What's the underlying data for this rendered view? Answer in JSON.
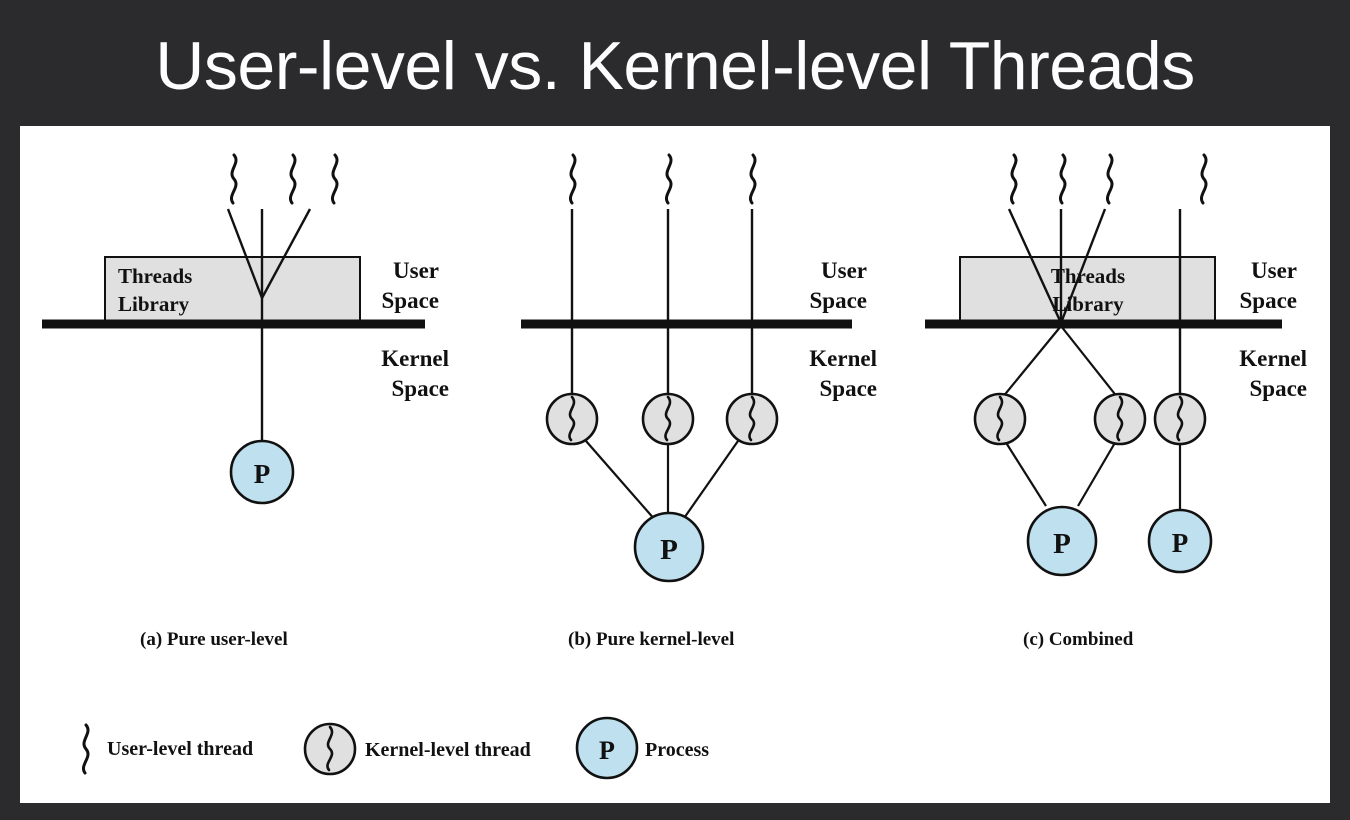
{
  "slide": {
    "title": "User-level vs. Kernel-level Threads",
    "background_color": "#2b2b2e",
    "title_color": "#fdfdfd",
    "card_color": "#ffffff"
  },
  "colors": {
    "process_fill": "#bfe0ee",
    "kernel_thread_fill": "#e0e0e0",
    "library_box_fill": "#e0e0e0",
    "stroke": "#111111"
  },
  "panels": [
    {
      "id": "a",
      "caption": "(a) Pure user-level",
      "library_box_label_line1": "Threads",
      "library_box_label_line2": "Library",
      "user_space_line1": "User",
      "user_space_line2": "Space",
      "kernel_space_line1": "Kernel",
      "kernel_space_line2": "Space",
      "user_thread_count": 3,
      "kernel_thread_count": 0,
      "process_count": 1,
      "process_label": "P"
    },
    {
      "id": "b",
      "caption": "(b) Pure kernel-level",
      "library_box_label_line1": "",
      "library_box_label_line2": "",
      "user_space_line1": "User",
      "user_space_line2": "Space",
      "kernel_space_line1": "Kernel",
      "kernel_space_line2": "Space",
      "user_thread_count": 3,
      "kernel_thread_count": 3,
      "process_count": 1,
      "process_label": "P"
    },
    {
      "id": "c",
      "caption": "(c) Combined",
      "library_box_label_line1": "Threads",
      "library_box_label_line2": "Library",
      "user_space_line1": "User",
      "user_space_line2": "Space",
      "kernel_space_line1": "Kernel",
      "kernel_space_line2": "Space",
      "user_thread_count": 4,
      "kernel_thread_count": 3,
      "process_count": 2,
      "process_label": "P"
    }
  ],
  "legend": {
    "items": [
      {
        "symbol": "user-level-thread-squiggle",
        "label": "User-level thread"
      },
      {
        "symbol": "kernel-level-thread-circle",
        "label": "Kernel-level thread"
      },
      {
        "symbol": "process-circle",
        "label": "Process",
        "inner_label": "P"
      }
    ]
  }
}
